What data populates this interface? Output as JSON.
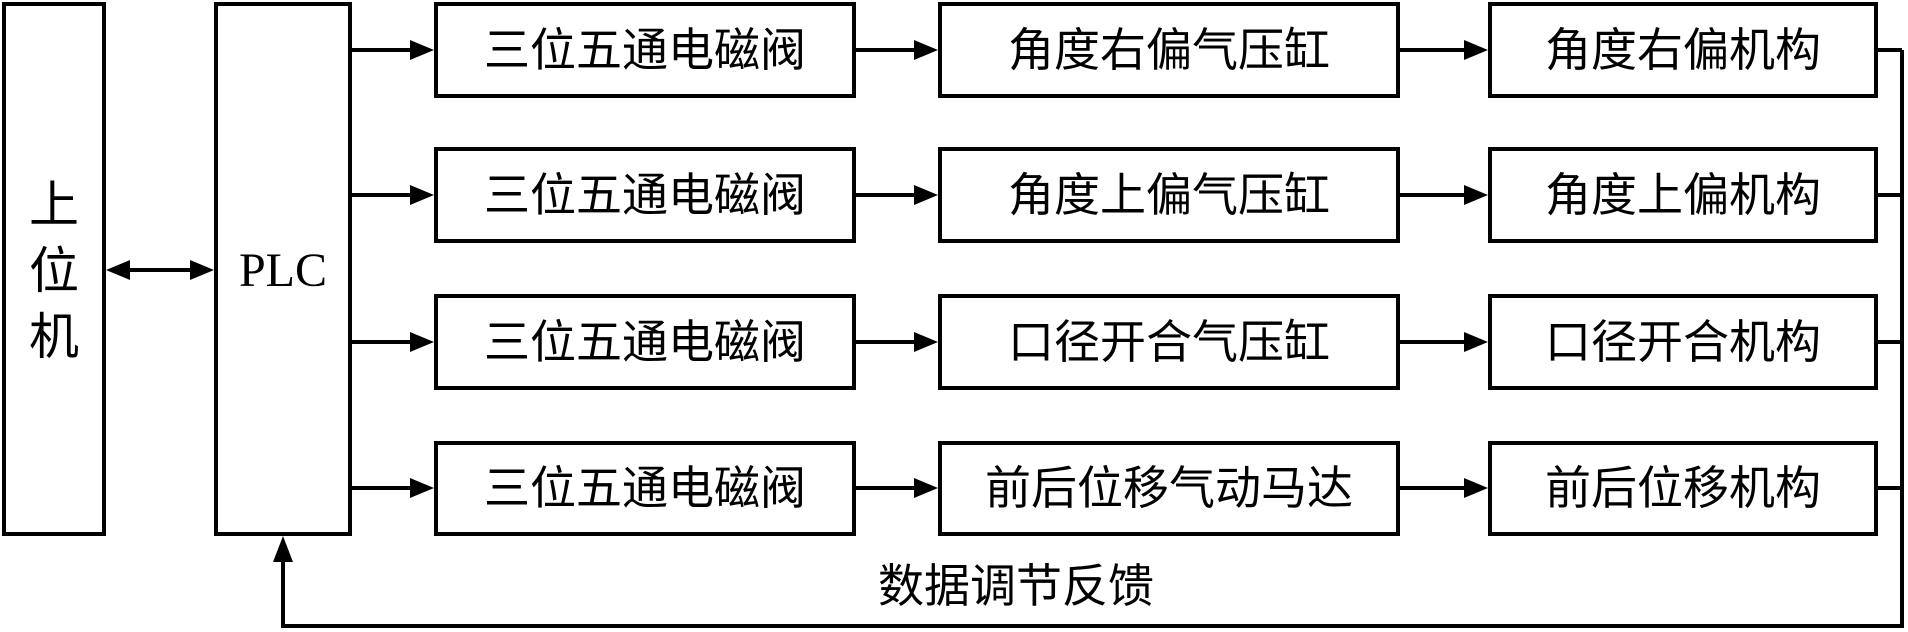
{
  "host": {
    "chars": [
      "上",
      "位",
      "机"
    ]
  },
  "plc": {
    "label": "PLC"
  },
  "rows": [
    {
      "valve": "三位五通电磁阀",
      "actuator": "角度右偏气压缸",
      "mechanism": "角度右偏机构"
    },
    {
      "valve": "三位五通电磁阀",
      "actuator": "角度上偏气压缸",
      "mechanism": "角度上偏机构"
    },
    {
      "valve": "三位五通电磁阀",
      "actuator": "口径开合气压缸",
      "mechanism": "口径开合机构"
    },
    {
      "valve": "三位五通电磁阀",
      "actuator": "前后位移气动马达",
      "mechanism": "前后位移机构"
    }
  ],
  "feedback": {
    "label": "数据调节反馈"
  },
  "colors": {
    "line": "#000000",
    "background": "#ffffff"
  }
}
